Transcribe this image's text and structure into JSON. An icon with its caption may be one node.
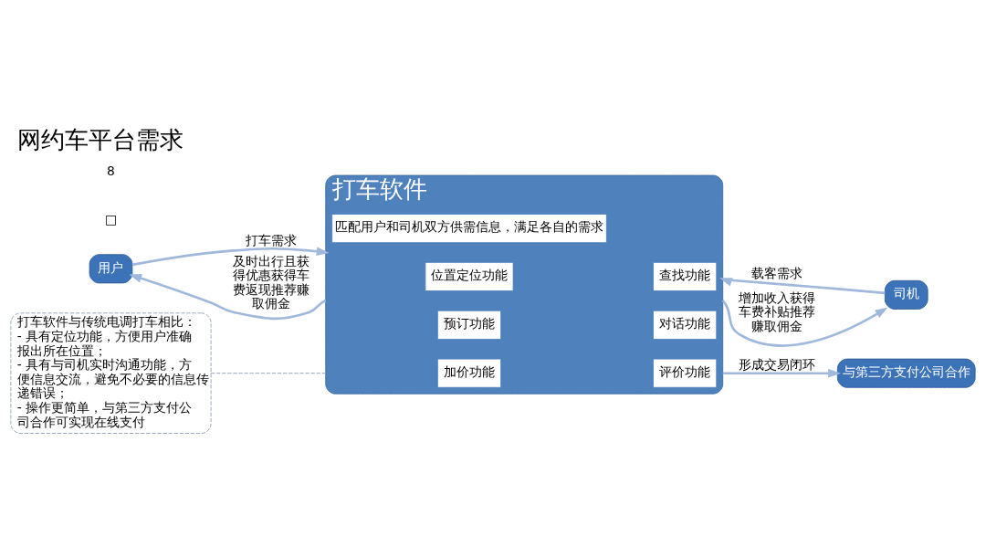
{
  "diagram": {
    "title": "网约车平台需求",
    "nodes": [
      {
        "text": [
          "用户"
        ]
      },
      {
        "text": [
          "打车软件"
        ]
      },
      {
        "text": [
          "匹配用户和司机双方供需信息，满足各自的需求"
        ],
        "in": 1
      },
      {
        "text": [
          "位置定位功能"
        ],
        "in": 1
      },
      {
        "text": [
          "查找功能"
        ],
        "in": 1
      },
      {
        "text": [
          "预订功能"
        ],
        "in": 1
      },
      {
        "text": [
          "对话功能"
        ],
        "in": 1
      },
      {
        "text": [
          "加价功能"
        ],
        "in": 1
      },
      {
        "text": [
          "评价功能"
        ],
        "in": 1
      },
      {
        "text": [
          "司机"
        ]
      },
      {
        "text": [
          "与第三方支付公司合作"
        ]
      },
      {
        "text": [
          "打车软件与传统电调打车相比：",
          "- 具有定位功能，方便用户准确报出所在位置；",
          "- 具有与司机实时沟通功能，方便信息交流，避免不必要的信息传递错误；",
          "- 操作更简单，与第三方支付公司合作可实现在线支付"
        ]
      }
    ],
    "edges": [
      {
        "from": 0,
        "to": 1,
        "arrow": "to",
        "label": "打车需求"
      },
      {
        "from": 1,
        "to": 0,
        "arrow": "to",
        "label": "及时出行且获得优惠获得车费返现推荐赚取佣金"
      },
      {
        "from": 9,
        "to": 1,
        "arrow": "to",
        "label": "载客需求"
      },
      {
        "from": 1,
        "to": 9,
        "arrow": "to",
        "label": "增加收入获得车费补贴推荐赚取佣金"
      },
      {
        "from": 1,
        "to": 10,
        "arrow": "to",
        "label": "形成交易闭环"
      },
      {
        "from": 11,
        "to": 1,
        "arrow": "none",
        "style": "dashed"
      }
    ],
    "labels": [
      "□",
      "8"
    ]
  }
}
